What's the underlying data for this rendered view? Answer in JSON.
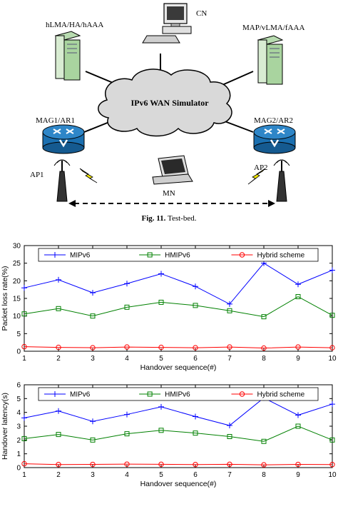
{
  "testbed": {
    "nodes": {
      "cn": "CN",
      "hlma": "hLMA/HA/hAAA",
      "map": "MAP/vLMA/fAAA",
      "cloud": "IPv6 WAN Simulator",
      "mag1": "MAG1/AR1",
      "mag2": "MAG2/AR2",
      "ap1": "AP1",
      "ap2": "AP2",
      "mn": "MN"
    }
  },
  "caption": {
    "label": "Fig. 11.",
    "text": "Test-bed."
  },
  "colors": {
    "mipv6": "#0000ff",
    "hmipv6": "#008000",
    "hybrid": "#ff0000",
    "router": "#1a6fb0"
  },
  "chart_data": [
    {
      "type": "line",
      "xlabel": "Handover sequence(#)",
      "ylabel": "Packet loss rate(%)",
      "x": [
        1,
        2,
        3,
        4,
        5,
        6,
        7,
        8,
        9,
        10
      ],
      "xlim": [
        1,
        10
      ],
      "ylim": [
        0,
        30
      ],
      "yticks": [
        0,
        5,
        10,
        15,
        20,
        25,
        30
      ],
      "grid": false,
      "legend": "top",
      "series": [
        {
          "name": "MIPv6",
          "marker": "plus",
          "values": [
            18,
            20.3,
            16.6,
            19.2,
            22,
            18.4,
            13.4,
            25,
            19,
            23
          ]
        },
        {
          "name": "HMIPv6",
          "marker": "square",
          "values": [
            10.6,
            12.1,
            10,
            12.5,
            13.9,
            13,
            11.5,
            9.8,
            15.5,
            10.2
          ]
        },
        {
          "name": "Hybrid scheme",
          "marker": "circle",
          "values": [
            1.3,
            1.1,
            1.0,
            1.2,
            1.1,
            1.0,
            1.2,
            0.9,
            1.2,
            1.0
          ]
        }
      ]
    },
    {
      "type": "line",
      "xlabel": "Handover sequence(#)",
      "ylabel": "Handover latency(s)",
      "x": [
        1,
        2,
        3,
        4,
        5,
        6,
        7,
        8,
        9,
        10
      ],
      "xlim": [
        1,
        10
      ],
      "ylim": [
        0,
        6
      ],
      "yticks": [
        0,
        1,
        2,
        3,
        4,
        5,
        6
      ],
      "grid": false,
      "legend": "top",
      "series": [
        {
          "name": "MIPv6",
          "marker": "plus",
          "values": [
            3.6,
            4.1,
            3.35,
            3.85,
            4.4,
            3.7,
            3.05,
            5.05,
            3.8,
            4.6
          ]
        },
        {
          "name": "HMIPv6",
          "marker": "square",
          "values": [
            2.1,
            2.4,
            2.0,
            2.45,
            2.7,
            2.5,
            2.25,
            1.9,
            3.0,
            2.0
          ]
        },
        {
          "name": "Hybrid scheme",
          "marker": "circle",
          "values": [
            0.28,
            0.22,
            0.23,
            0.25,
            0.24,
            0.22,
            0.24,
            0.2,
            0.23,
            0.22
          ]
        }
      ]
    }
  ]
}
